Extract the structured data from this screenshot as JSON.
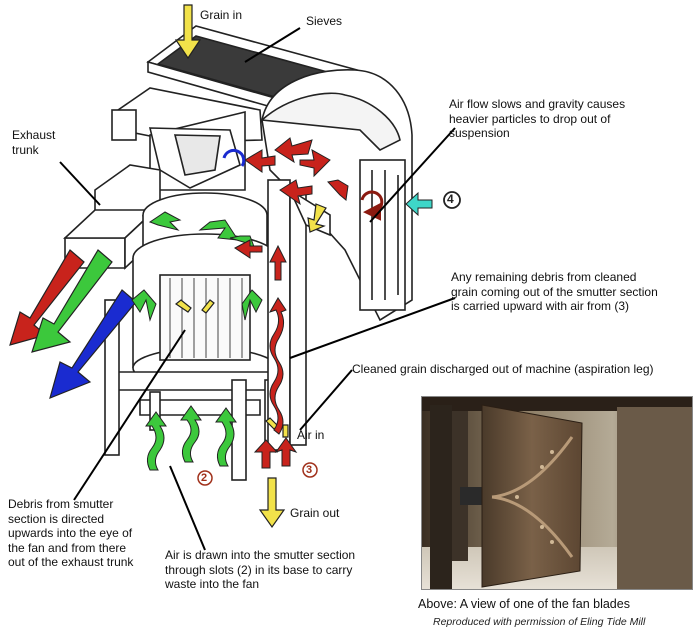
{
  "labels": {
    "grain_in": "Grain in",
    "sieves": "Sieves",
    "exhaust_trunk": "Exhaust\ntrunk",
    "air_flow_slows": "Air flow slows and gravity causes\nheavier particles to drop out of\nsuspension",
    "remaining_debris": "Any remaining debris from cleaned\ngrain coming out of the smutter section\nis carried upward with air from (3)",
    "cleaned_grain": "Cleaned grain discharged out of machine (aspiration leg)",
    "air_in": "Air in",
    "grain_out": "Grain out",
    "debris_from_smutter": "Debris from smutter\nsection is directed\nupwards into the eye of\nthe fan and from there\nout of the exhaust trunk",
    "air_drawn": "Air is drawn into the smutter section\nthrough slots (2) in its base to carry\nwaste into the fan"
  },
  "markers": {
    "two": "2",
    "three": "3",
    "four": "4"
  },
  "photo": {
    "caption": "Above: A view of one of the fan blades",
    "credit": "Reproduced with permission of Eling Tide Mill"
  },
  "colors": {
    "red": "#c8231c",
    "dark_red": "#8b1a10",
    "green": "#3cc83c",
    "blue": "#1a2bd0",
    "yellow": "#f2e24a",
    "cyan": "#3ed6c8",
    "outline": "#222222"
  },
  "icons": [
    "arrow-down-icon",
    "arrow-up-icon",
    "fan-blade-icon"
  ]
}
